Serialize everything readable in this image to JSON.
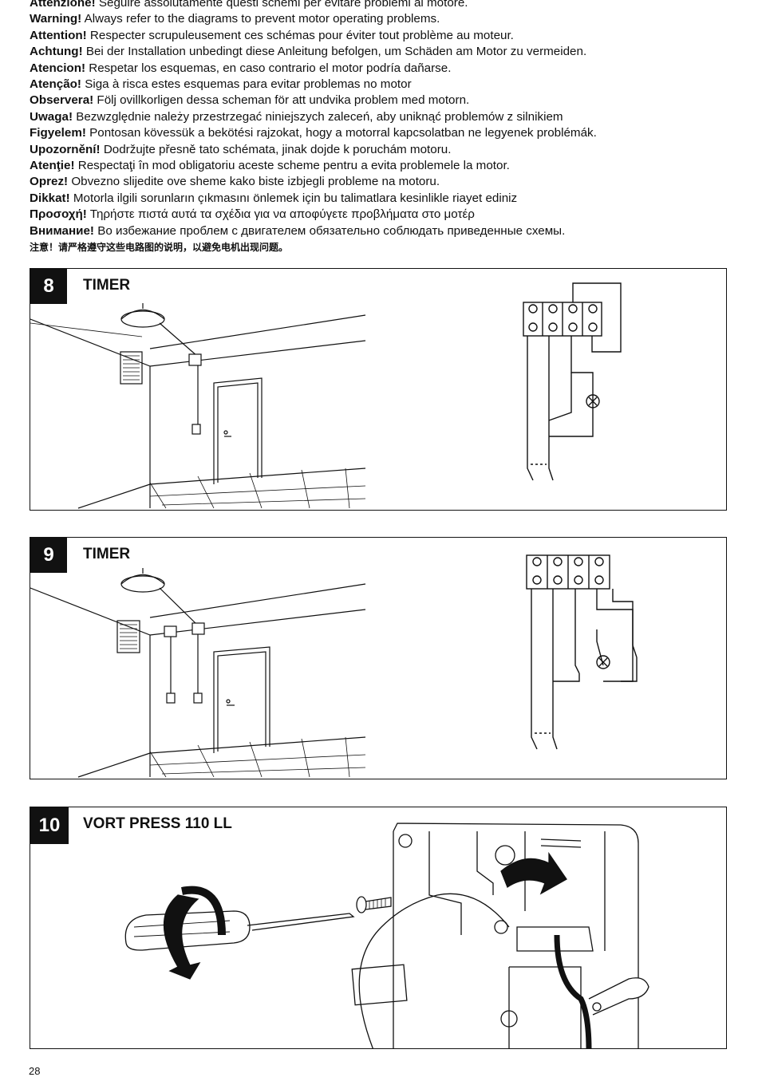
{
  "warnings": [
    {
      "label": "Attenzione!",
      "text": " Seguire assolutamente questi schemi per evitare problemi al motore."
    },
    {
      "label": "Warning!",
      "text": " Always refer to the diagrams to prevent motor operating problems."
    },
    {
      "label": "Attention!",
      "text": " Respecter scrupuleusement ces schémas pour éviter tout problème au moteur."
    },
    {
      "label": "Achtung!",
      "text": " Bei der Installation unbedingt diese Anleitung befolgen, um Schäden am Motor zu vermeiden."
    },
    {
      "label": "Atencion!",
      "text": " Respetar los esquemas, en caso contrario el motor podría dañarse."
    },
    {
      "label": "Atenção!",
      "text": " Siga à risca estes esquemas para evitar problemas no motor"
    },
    {
      "label": "Observera!",
      "text": " Följ ovillkorligen dessa scheman för att undvika problem med motorn."
    },
    {
      "label": "Uwaga!",
      "text": " Bezwzględnie należy przestrzegać niniejszych zaleceń, aby uniknąć problemów z silnikiem"
    },
    {
      "label": "Figyelem!",
      "text": " Pontosan kövessük a bekötési rajzokat, hogy a motorral kapcsolatban ne legyenek problémák."
    },
    {
      "label": "Upozornění!",
      "text": " Dodržujte přesně tato schémata, jinak dojde k poruchám motoru."
    },
    {
      "label": "Atenţie!",
      "text": " Respectaţi în mod obligatoriu aceste scheme pentru a evita problemele la motor."
    },
    {
      "label": "Oprez!",
      "text": " Obvezno slijedite ove sheme kako biste izbjegli probleme na motoru."
    },
    {
      "label": "Dikkat!",
      "text": " Motorla ilgili sorunların çıkmasını önlemek için bu talimatlara kesinlikle riayet ediniz"
    },
    {
      "label": "Προσοχή!",
      "text": " Τηρήστε πιστά αυτά τα σχέδια για να αποφύγετε προβλήματα στο μοτέρ"
    },
    {
      "label": "Внимание!",
      "text": " Во избежание проблем с двигателем обязательно соблюдать приведенные схемы."
    }
  ],
  "warning_cn": "注意！请严格遵守这些电路图的说明，以避免电机出现问题。",
  "panels": [
    {
      "number": "8",
      "title": "TIMER"
    },
    {
      "number": "9",
      "title": "TIMER"
    },
    {
      "number": "10",
      "title": "VORT PRESS 110 LL"
    }
  ],
  "page_number": "28"
}
